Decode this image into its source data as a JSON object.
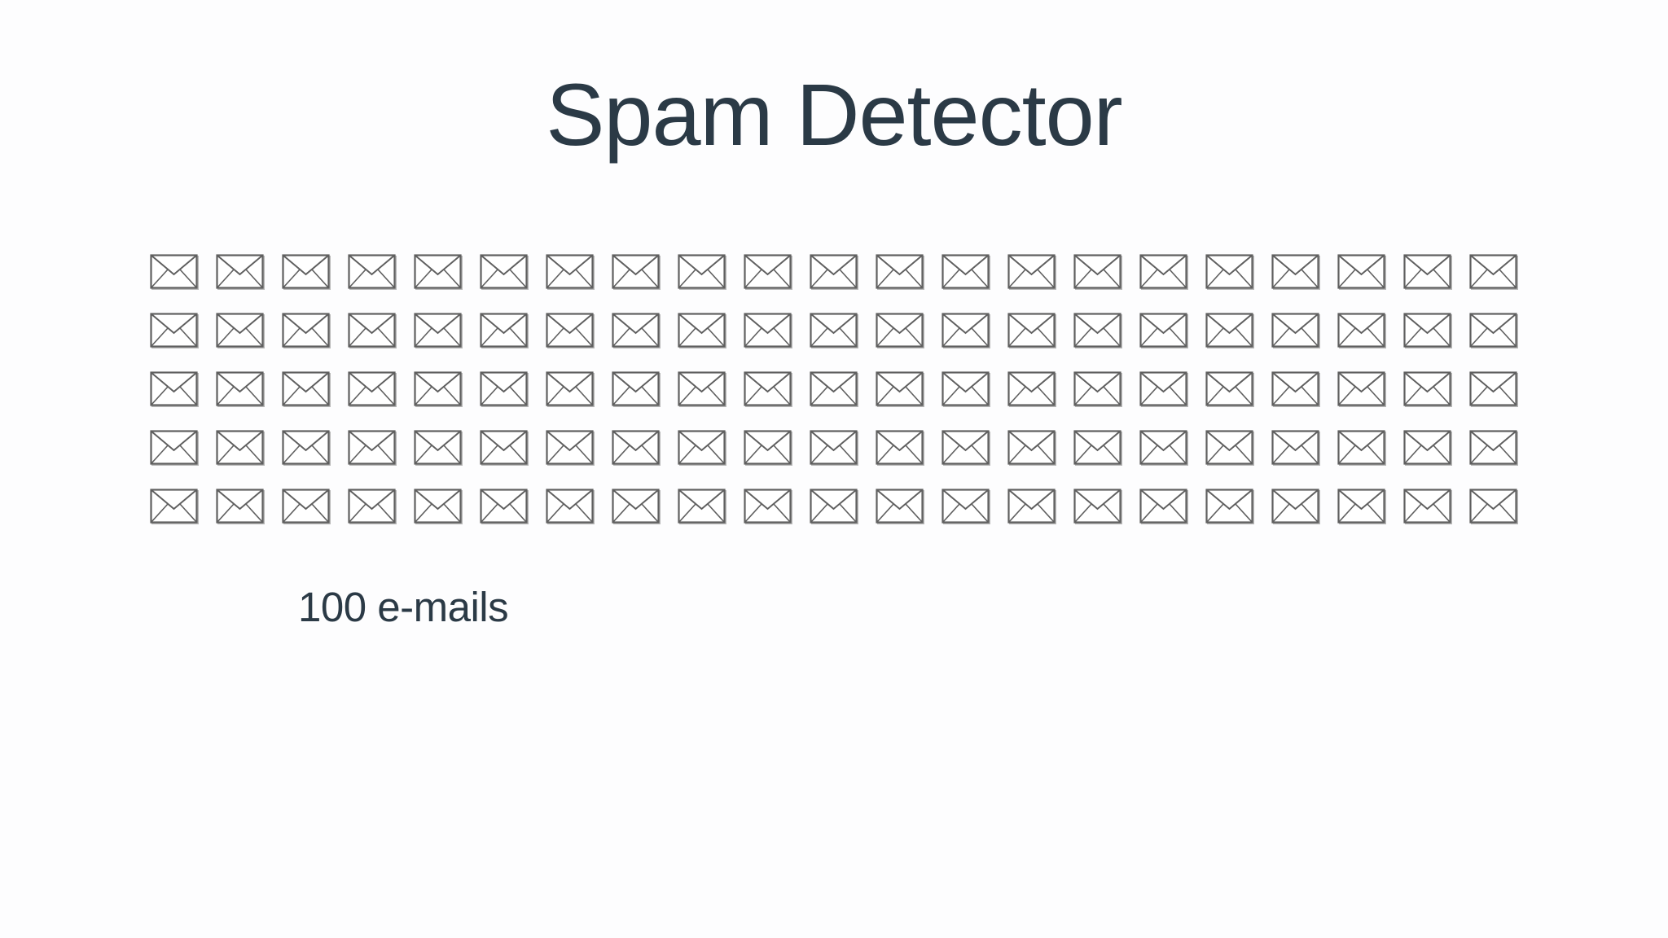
{
  "slide": {
    "title": "Spam Detector",
    "count_label": "100 e-mails"
  },
  "envelopes": {
    "count": 105,
    "rows": 5,
    "columns": 21,
    "icon": "envelope-icon",
    "stroke_color": "#5f5f5f",
    "fill_color": "#ffffff"
  },
  "colors": {
    "text": "#2b3a46",
    "background": "#fdfdfe"
  }
}
